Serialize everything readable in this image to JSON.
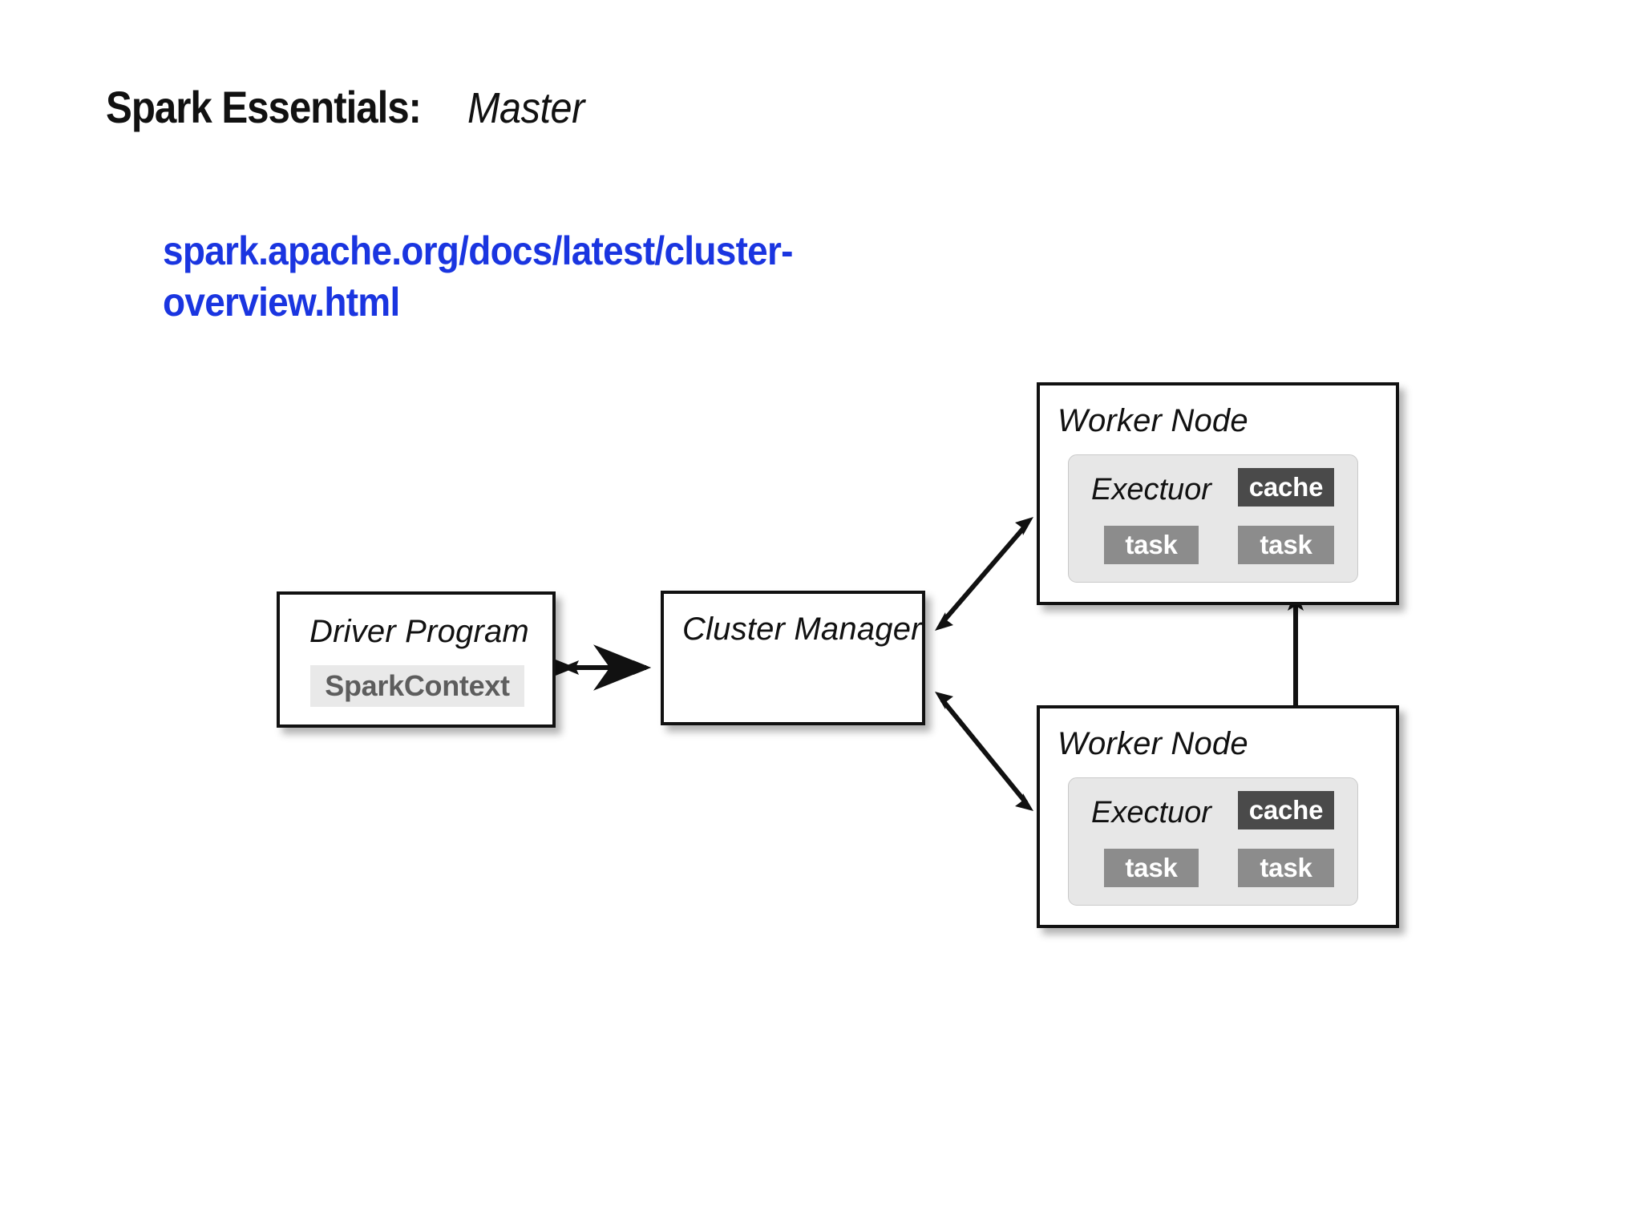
{
  "slide": {
    "title_bold": "Spark Essentials:",
    "title_italic": "Master",
    "url_line_1": "spark.apache.org/docs/latest/cluster-",
    "url_line_2": "overview.html",
    "url_color": "#1a35e0",
    "background_color": "#ffffff"
  },
  "diagram": {
    "type": "cluster-architecture",
    "driver": {
      "label": "Driver Program",
      "context_chip": "SparkContext",
      "chip_bg": "#e9e9e9",
      "chip_text_color": "#5d5d5d"
    },
    "cluster_manager": {
      "label": "Cluster Manager"
    },
    "workers": [
      {
        "label": "Worker Node",
        "executor": {
          "label": "Exectuor",
          "cache": "cache",
          "tasks": [
            "task",
            "task"
          ],
          "panel_bg": "#e7e7e7",
          "cache_bg": "#4a4a4a",
          "task_bg": "#8c8c8c"
        }
      },
      {
        "label": "Worker Node",
        "executor": {
          "label": "Exectuor",
          "cache": "cache",
          "tasks": [
            "task",
            "task"
          ],
          "panel_bg": "#e7e7e7",
          "cache_bg": "#4a4a4a",
          "task_bg": "#8c8c8c"
        }
      }
    ],
    "connections": [
      {
        "from": "Driver Program",
        "to": "Cluster Manager",
        "style": "double-arrow-horizontal"
      },
      {
        "from": "Cluster Manager",
        "to": "Worker Node (top)",
        "style": "double-arrow-diagonal-up"
      },
      {
        "from": "Cluster Manager",
        "to": "Worker Node (bottom)",
        "style": "double-arrow-diagonal-down"
      },
      {
        "from": "Worker Node (top)",
        "to": "Worker Node (bottom)",
        "style": "double-arrow-vertical"
      }
    ]
  }
}
